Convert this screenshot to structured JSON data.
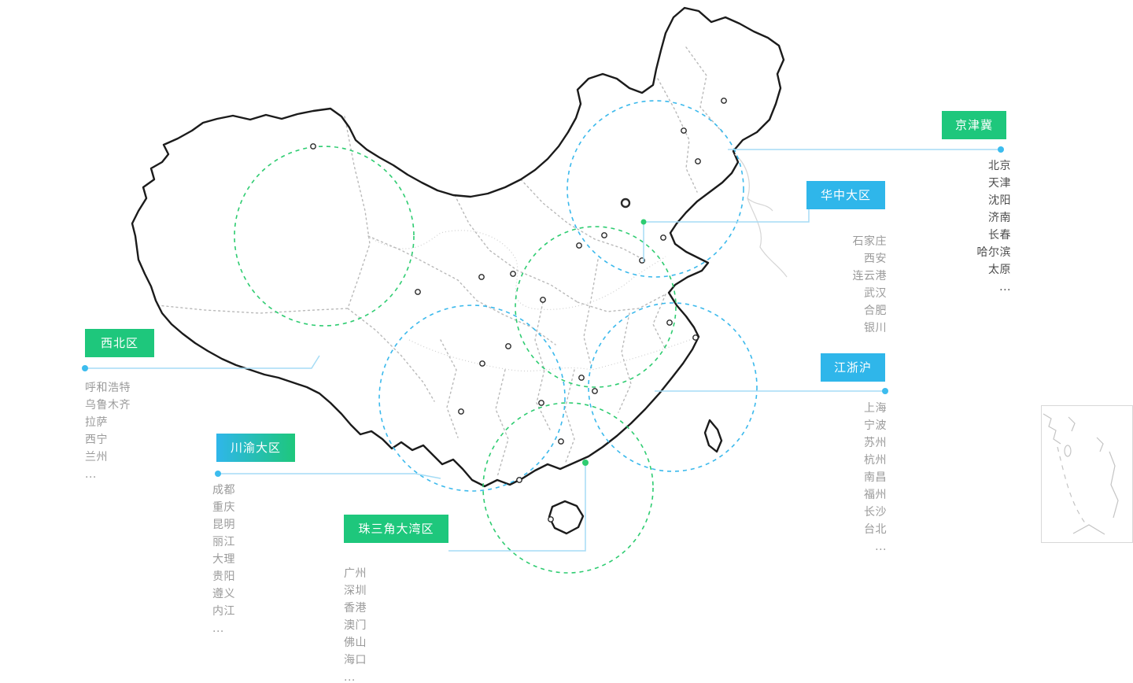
{
  "colors": {
    "green": "#1ec77c",
    "blue": "#2fb6ea",
    "connector_line": "#a5dcf5",
    "dot_blue": "#3cbcee",
    "dot_green": "#2ecc71",
    "map_outline": "#1b1b1b",
    "province_dotted": "#b9b9b9",
    "city_text_gray": "#9a9a9a",
    "city_text_dark": "#4d4d4d"
  },
  "regions": [
    {
      "id": "jingjinji",
      "label": "京津冀",
      "bg": "#1ec77c",
      "city_color": "#4d4d4d",
      "cities": [
        "北京",
        "天津",
        "沈阳",
        "济南",
        "长春",
        "哈尔滨",
        "太原",
        "..."
      ]
    },
    {
      "id": "huazhong",
      "label": "华中大区",
      "bg": "#2fb6ea",
      "city_color": "#9a9a9a",
      "cities": [
        "石家庄",
        "西安",
        "连云港",
        "武汉",
        "合肥",
        "银川"
      ]
    },
    {
      "id": "xibei",
      "label": "西北区",
      "bg": "#1ec77c",
      "city_color": "#9a9a9a",
      "cities": [
        "呼和浩特",
        "乌鲁木齐",
        "拉萨",
        "西宁",
        "兰州",
        "..."
      ]
    },
    {
      "id": "jiangzhehu",
      "label": "江浙沪",
      "bg": "#2fb6ea",
      "city_color": "#9a9a9a",
      "cities": [
        "上海",
        "宁波",
        "苏州",
        "杭州",
        "南昌",
        "福州",
        "长沙",
        "台北",
        "..."
      ]
    },
    {
      "id": "chuanyu",
      "label": "川渝大区",
      "bg": "linear-gradient(90deg,#2fb6ea,#1ec77c)",
      "city_color": "#9a9a9a",
      "cities": [
        "成都",
        "重庆",
        "昆明",
        "丽江",
        "大理",
        "贵阳",
        "遵义",
        "内江",
        "..."
      ]
    },
    {
      "id": "zhusanjiao",
      "label": "珠三角大湾区",
      "bg": "#1ec77c",
      "city_color": "#9a9a9a",
      "cities": [
        "广州",
        "深圳",
        "香港",
        "澳门",
        "佛山",
        "海口",
        "..."
      ]
    }
  ]
}
